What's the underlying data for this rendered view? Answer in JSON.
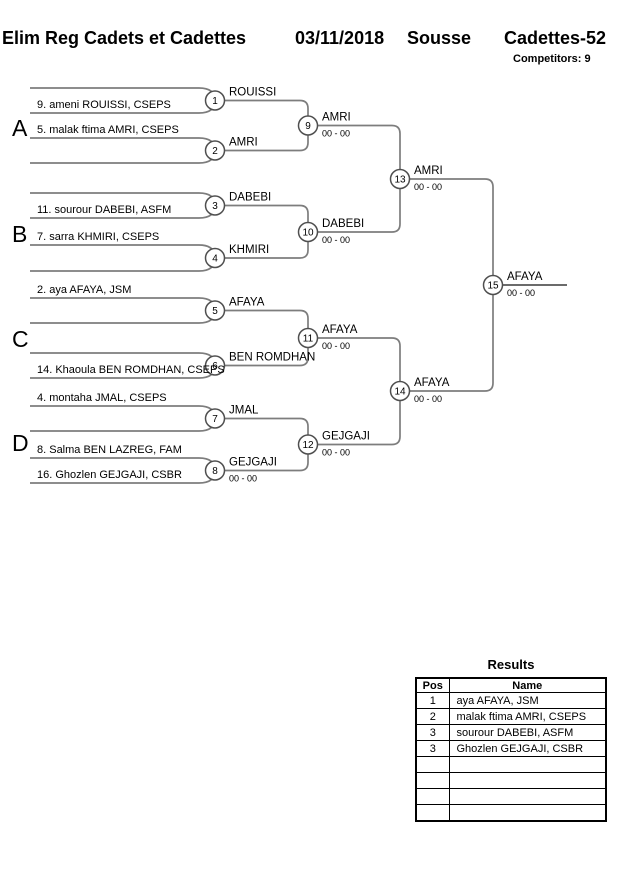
{
  "header": {
    "title_event": "Elim Reg Cadets et Cadettes",
    "title_date": "03/11/2018",
    "title_city": "Sousse",
    "title_category": "Cadettes-52",
    "competitors_label": "Competitors: 9"
  },
  "bracket": {
    "pool_labels": [
      "A",
      "B",
      "C",
      "D"
    ],
    "competitors": [
      "9. ameni ROUISSI, CSEPS",
      "5. malak ftima AMRI, CSEPS",
      "11. sourour DABEBI, ASFM",
      "7. sarra KHMIRI, CSEPS",
      "2. aya AFAYA, JSM",
      "14. Khaoula BEN ROMDHAN, CSEPS",
      "4. montaha JMAL, CSEPS",
      "8. Salma BEN LAZREG, FAM",
      "16. Ghozlen GEJGAJI, CSBR"
    ],
    "matches": [
      {
        "num": "1",
        "winner": "ROUISSI",
        "score": ""
      },
      {
        "num": "2",
        "winner": "AMRI",
        "score": ""
      },
      {
        "num": "3",
        "winner": "DABEBI",
        "score": ""
      },
      {
        "num": "4",
        "winner": "KHMIRI",
        "score": ""
      },
      {
        "num": "5",
        "winner": "AFAYA",
        "score": ""
      },
      {
        "num": "6",
        "winner": "BEN ROMDHAN",
        "score": ""
      },
      {
        "num": "7",
        "winner": "JMAL",
        "score": ""
      },
      {
        "num": "8",
        "winner": "GEJGAJI",
        "score": "00 - 00"
      },
      {
        "num": "9",
        "winner": "AMRI",
        "score": "00 - 00"
      },
      {
        "num": "10",
        "winner": "DABEBI",
        "score": "00 - 00"
      },
      {
        "num": "11",
        "winner": "AFAYA",
        "score": "00 - 00"
      },
      {
        "num": "12",
        "winner": "GEJGAJI",
        "score": "00 - 00"
      },
      {
        "num": "13",
        "winner": "AMRI",
        "score": "00 - 00"
      },
      {
        "num": "14",
        "winner": "AFAYA",
        "score": "00 - 00"
      },
      {
        "num": "15",
        "winner": "AFAYA",
        "score": "00 - 00"
      }
    ]
  },
  "results": {
    "title": "Results",
    "columns": {
      "pos": "Pos",
      "name": "Name"
    },
    "rows": [
      {
        "pos": "1",
        "name": "aya AFAYA, JSM"
      },
      {
        "pos": "2",
        "name": "malak ftima AMRI, CSEPS"
      },
      {
        "pos": "3",
        "name": "sourour DABEBI, ASFM"
      },
      {
        "pos": "3",
        "name": "Ghozlen GEJGAJI, CSBR"
      },
      {
        "pos": "",
        "name": ""
      },
      {
        "pos": "",
        "name": ""
      },
      {
        "pos": "",
        "name": ""
      },
      {
        "pos": "",
        "name": ""
      }
    ]
  }
}
